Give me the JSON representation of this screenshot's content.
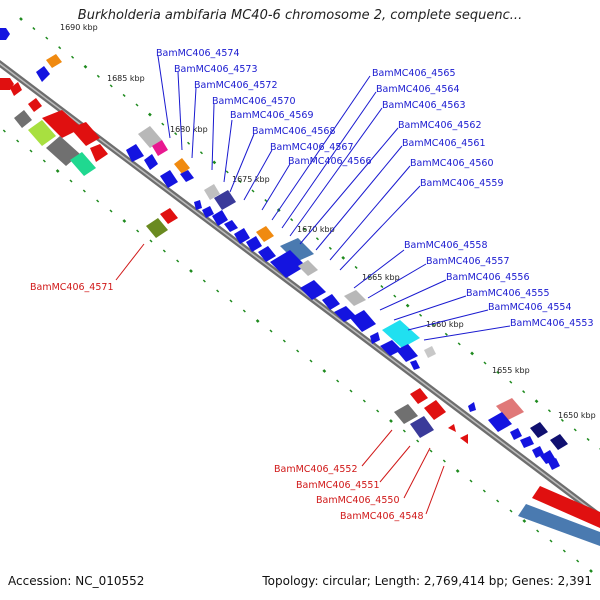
{
  "title": "Burkholderia ambifaria MC40-6 chromosome 2, complete sequenc...",
  "footer": {
    "accession": "Accession: NC_010552",
    "summary": "Topology: circular; Length: 2,769,414 bp; Genes: 2,391"
  },
  "colors": {
    "backbone": "#7a7a7a",
    "tick": "#1e8a1e",
    "label_blue": "#1a1ad0",
    "label_red": "#d01818"
  },
  "scale_labels": [
    "1690 kbp",
    "1685 kbp",
    "1680 kbp",
    "1675 kbp",
    "1670 kbp",
    "1665 kbp",
    "1660 kbp",
    "1655 kbp",
    "1650 kbp"
  ],
  "genes_upper": [
    "BamMC406_4574",
    "BamMC406_4573",
    "BamMC406_4572",
    "BamMC406_4570",
    "BamMC406_4569",
    "BamMC406_4568",
    "BamMC406_4567",
    "BamMC406_4566",
    "BamMC406_4565",
    "BamMC406_4564",
    "BamMC406_4563",
    "BamMC406_4562",
    "BamMC406_4561",
    "BamMC406_4560",
    "BamMC406_4559",
    "BamMC406_4558",
    "BamMC406_4557",
    "BamMC406_4556",
    "BamMC406_4555",
    "BamMC406_4554",
    "BamMC406_4553"
  ],
  "genes_lower": [
    "BamMC406_4571",
    "BamMC406_4552",
    "BamMC406_4551",
    "BamMC406_4550",
    "BamMC406_4548"
  ]
}
